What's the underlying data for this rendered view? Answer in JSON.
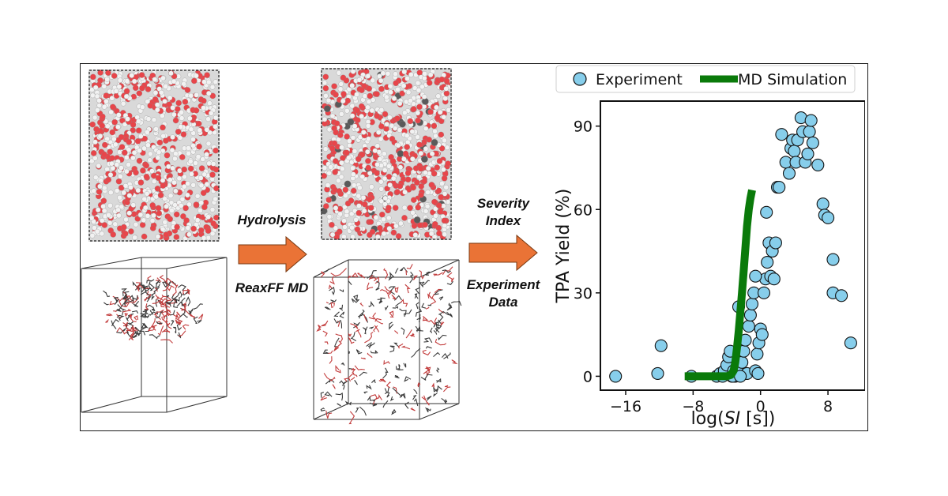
{
  "workflow": {
    "step1": {
      "label": "Hydrolysis",
      "sublabel": "ReaxFF MD"
    },
    "step2": {
      "label_line1": "Severity",
      "label_line2": "Index",
      "sublabel_line1": "Experiment",
      "sublabel_line2": "Data"
    }
  },
  "colors": {
    "oxygen": "#e8454a",
    "hydrogen": "#f2f2f2",
    "carbon": "#5a5a5a",
    "arrow": "#ea7336",
    "experiment": "#87ceeb",
    "simulation": "#0a7a0a"
  },
  "chart_data": {
    "type": "scatter",
    "xlabel": "log(SI [s])",
    "xlabel_prefix": "log(",
    "xlabel_italic": "SI",
    "xlabel_suffix": " [s])",
    "ylabel": "TPA Yield (%)",
    "xlim": [
      -19,
      12.4
    ],
    "ylim": [
      -5,
      99
    ],
    "xticks": [
      -16,
      -8,
      0,
      8
    ],
    "yticks": [
      0,
      30,
      60,
      90
    ],
    "legend_position": "top",
    "series": [
      {
        "name": "Experiment",
        "kind": "scatter",
        "points": [
          [
            -17.2,
            0
          ],
          [
            -11.8,
            11
          ],
          [
            -12.2,
            1
          ],
          [
            -8.2,
            0
          ],
          [
            -5.2,
            0
          ],
          [
            -4.8,
            1
          ],
          [
            -4.5,
            0
          ],
          [
            -4.3,
            2
          ],
          [
            -4,
            4
          ],
          [
            -3.8,
            7
          ],
          [
            -3.6,
            9
          ],
          [
            -3.4,
            0
          ],
          [
            -3.2,
            2
          ],
          [
            -3,
            0
          ],
          [
            -2.8,
            3
          ],
          [
            -2.6,
            7
          ],
          [
            -2.4,
            11
          ],
          [
            -2.2,
            5
          ],
          [
            -2,
            9
          ],
          [
            -1.8,
            13
          ],
          [
            -1.6,
            1
          ],
          [
            -1.4,
            18
          ],
          [
            -1.2,
            22
          ],
          [
            -1,
            26
          ],
          [
            -0.8,
            30
          ],
          [
            -0.6,
            2
          ],
          [
            -0.4,
            8
          ],
          [
            -0.2,
            12
          ],
          [
            0,
            17
          ],
          [
            0.2,
            15
          ],
          [
            0.4,
            30
          ],
          [
            0.6,
            35
          ],
          [
            0.8,
            41
          ],
          [
            1,
            48
          ],
          [
            1.2,
            36
          ],
          [
            -0.6,
            36
          ],
          [
            -2.6,
            25
          ],
          [
            -3.3,
            0
          ],
          [
            -2.4,
            0
          ],
          [
            -0.3,
            1
          ],
          [
            0.7,
            59
          ],
          [
            1.4,
            45
          ],
          [
            1.6,
            35
          ],
          [
            1.8,
            48
          ],
          [
            2,
            68
          ],
          [
            2.2,
            68
          ],
          [
            2.5,
            87
          ],
          [
            3,
            77
          ],
          [
            3.4,
            73
          ],
          [
            3.6,
            82
          ],
          [
            3.8,
            85
          ],
          [
            4,
            81
          ],
          [
            4.2,
            77
          ],
          [
            4.4,
            85
          ],
          [
            4.8,
            93
          ],
          [
            5,
            88
          ],
          [
            5.3,
            77
          ],
          [
            5.6,
            80
          ],
          [
            5.8,
            88
          ],
          [
            6,
            92
          ],
          [
            6.2,
            84
          ],
          [
            6.8,
            76
          ],
          [
            7.4,
            62
          ],
          [
            7.6,
            58
          ],
          [
            8,
            57
          ],
          [
            8.6,
            42
          ],
          [
            8.6,
            30
          ],
          [
            9.6,
            29
          ],
          [
            10.7,
            12
          ]
        ]
      },
      {
        "name": "MD Simulation",
        "kind": "line",
        "points": [
          [
            -9,
            0
          ],
          [
            -6,
            0
          ],
          [
            -4,
            0
          ],
          [
            -3.5,
            0.5
          ],
          [
            -3.2,
            2
          ],
          [
            -3,
            5
          ],
          [
            -2.8,
            10
          ],
          [
            -2.6,
            16
          ],
          [
            -2.4,
            23
          ],
          [
            -2.2,
            30
          ],
          [
            -2,
            38
          ],
          [
            -1.8,
            46
          ],
          [
            -1.6,
            54
          ],
          [
            -1.4,
            60
          ],
          [
            -1.2,
            64
          ],
          [
            -1,
            67
          ]
        ]
      }
    ]
  }
}
